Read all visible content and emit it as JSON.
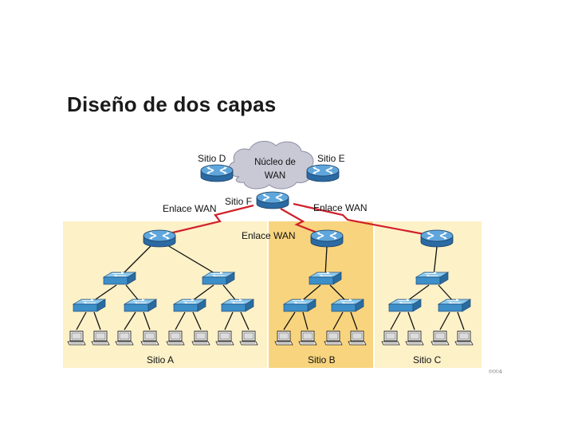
{
  "title": "Diseño de dos capas",
  "cloud_label": {
    "line1": "Núcleo de",
    "line2": "WAN"
  },
  "site_labels": {
    "d": "Sitio D",
    "e": "Sitio E",
    "f": "Sitio F",
    "a": "Sitio A",
    "b": "Sitio B",
    "c": "Sitio C"
  },
  "link_labels": {
    "left": "Enlace WAN",
    "right": "Enlace WAN",
    "center": "Enlace WAN"
  },
  "colors": {
    "panel_light": "#fdf0c4",
    "panel_dark": "#f7d37a",
    "wan_link": "#d0202a",
    "router_fill": "#3f86c4",
    "switch_fill": "#57aee0",
    "cloud_fill": "#c9c9d6"
  },
  "icons": [
    "router-icon",
    "switch-icon",
    "pc-icon",
    "cloud-icon"
  ],
  "side_mark": "©©©4"
}
